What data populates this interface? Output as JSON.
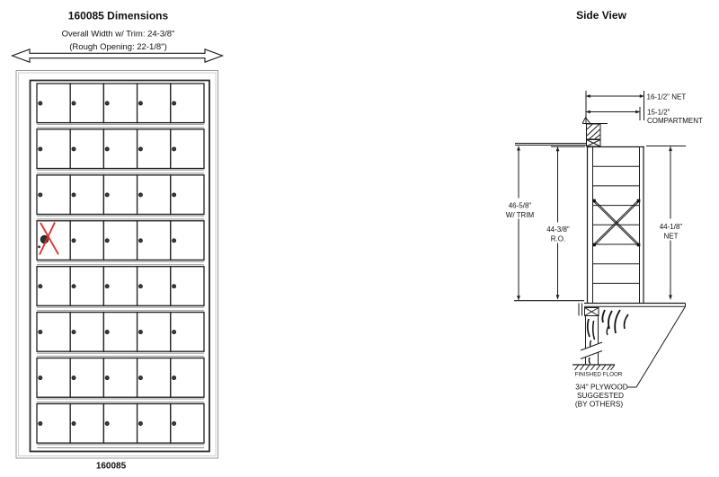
{
  "front_view": {
    "title": "160085 Dimensions",
    "subtitle_width": "Overall Width w/ Trim: 24-3/8\"",
    "subtitle_rough": "(Rough Opening: 22-1/8\")",
    "model_label": "160085",
    "grid": {
      "rows": 8,
      "cols": 5,
      "master_row": 4,
      "master_col": 1
    }
  },
  "side_view": {
    "title": "Side View",
    "compartments": 8,
    "dim_width_net": "16-1/2\" NET",
    "dim_compartment_l1": "15-1/2\"",
    "dim_compartment_l2": "COMPARTMENT",
    "dim_trim_l1": "46-5/8\"",
    "dim_trim_l2": "W/ TRIM",
    "dim_rough_l1": "44-3/8\"",
    "dim_rough_l2": "R.O.",
    "dim_height_net_l1": "44-1/8\"",
    "dim_height_net_l2": "NET",
    "floor_label": "FINISHED FLOOR",
    "plywood_l1": "3/4\" PLYWOOD",
    "plywood_l2": "SUGGESTED",
    "plywood_l3": "(BY OTHERS)"
  },
  "colors": {
    "line": "#1a1a1a",
    "trim_gray": "#9a9a9a",
    "knob": "#3a3a3a",
    "red_x": "#e23430"
  }
}
